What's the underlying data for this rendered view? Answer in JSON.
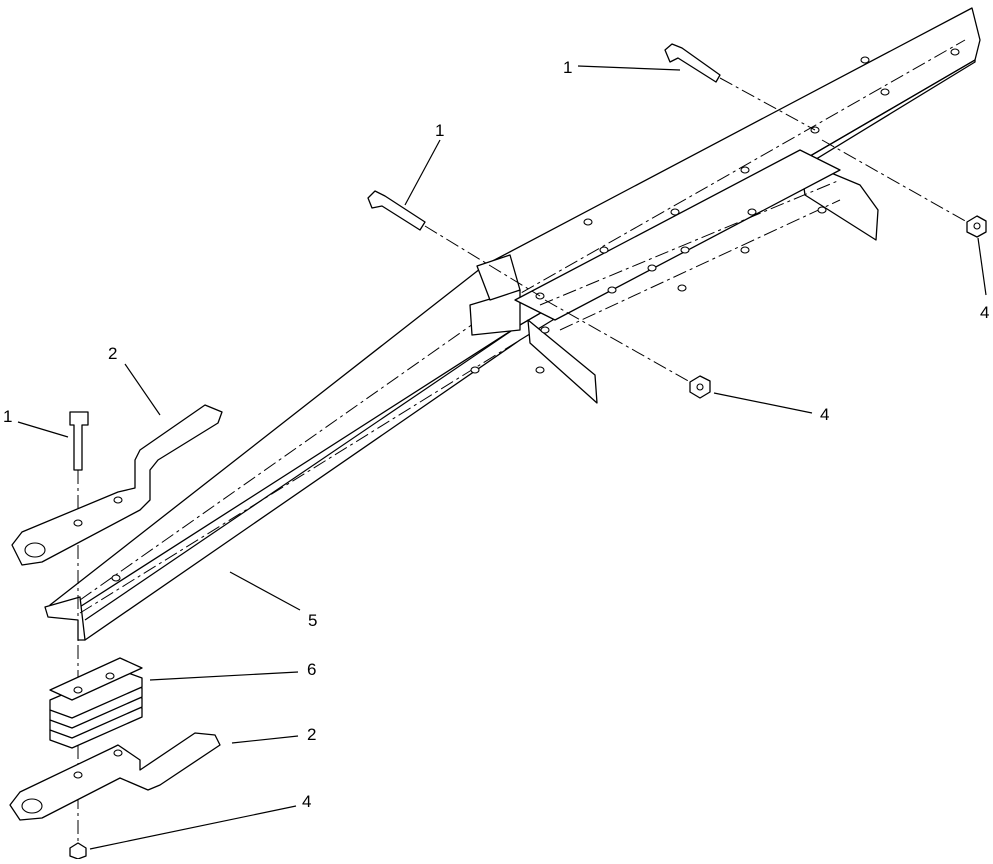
{
  "diagram": {
    "callouts": [
      {
        "id": "c1a",
        "label": "1"
      },
      {
        "id": "c1b",
        "label": "1"
      },
      {
        "id": "c1c",
        "label": "1"
      },
      {
        "id": "c2a",
        "label": "2"
      },
      {
        "id": "c2b",
        "label": "2"
      },
      {
        "id": "c4a",
        "label": "4"
      },
      {
        "id": "c4b",
        "label": "4"
      },
      {
        "id": "c4c",
        "label": "4"
      },
      {
        "id": "c5",
        "label": "5"
      },
      {
        "id": "c6",
        "label": "6"
      }
    ]
  }
}
